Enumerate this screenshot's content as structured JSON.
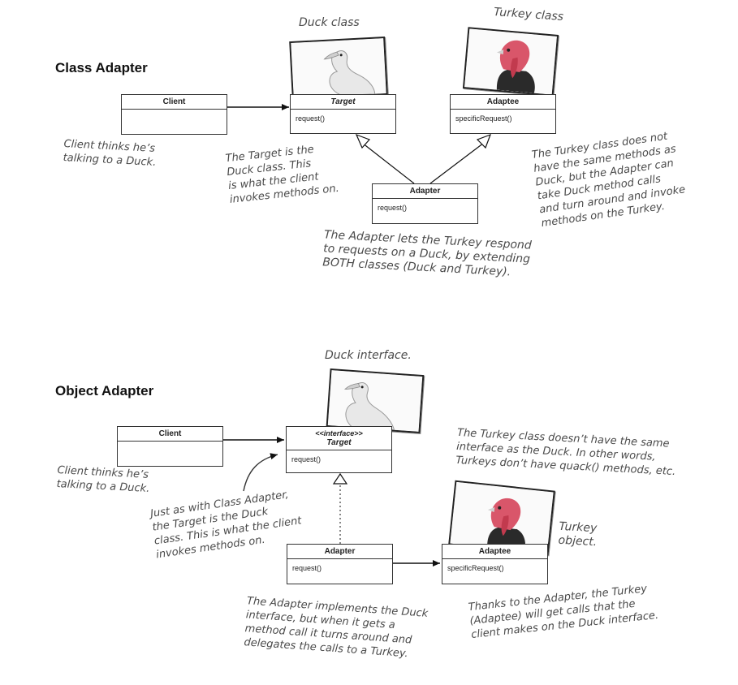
{
  "class_adapter": {
    "title": "Class Adapter",
    "duck_caption": "Duck class",
    "turkey_caption": "Turkey class",
    "client": {
      "name": "Client"
    },
    "target": {
      "name": "Target",
      "op": "request()"
    },
    "adaptee": {
      "name": "Adaptee",
      "op": "specificRequest()"
    },
    "adapter": {
      "name": "Adapter",
      "op": "request()"
    },
    "note_client": "Client thinks he’s\ntalking to a Duck.",
    "note_target": "The Target is the\nDuck class. This\nis what the client\ninvokes methods on.",
    "note_turkey": "The Turkey class does not\nhave the same methods as\nDuck, but the Adapter can\ntake Duck method calls\nand turn around and invoke\nmethods on the Turkey.",
    "note_adapter": "The Adapter lets the Turkey respond\nto requests on a Duck, by extending\nBOTH classes (Duck and Turkey)."
  },
  "object_adapter": {
    "title": "Object Adapter",
    "duck_caption": "Duck interface.",
    "turkey_caption": "Turkey\nobject.",
    "client": {
      "name": "Client"
    },
    "target": {
      "stereotype": "<<interface>>",
      "name": "Target",
      "op": "request()"
    },
    "adapter": {
      "name": "Adapter",
      "op": "request()"
    },
    "adaptee": {
      "name": "Adaptee",
      "op": "specificRequest()"
    },
    "note_client": "Client thinks he’s\ntalking to a Duck.",
    "note_target": "Just as with Class Adapter,\nthe Target is the Duck\nclass. This is what the client\ninvokes methods on.",
    "note_turkey": "The Turkey class doesn’t have the same\ninterface as the Duck. In other words,\nTurkeys don’t have quack() methods, etc.",
    "note_adapter": "The Adapter implements the Duck\ninterface, but when it gets a\nmethod call it turns around and\ndelegates the calls to a Turkey.",
    "note_adaptee": "Thanks to the Adapter, the Turkey\n(Adaptee) will get calls that the\nclient makes on the Duck interface."
  }
}
